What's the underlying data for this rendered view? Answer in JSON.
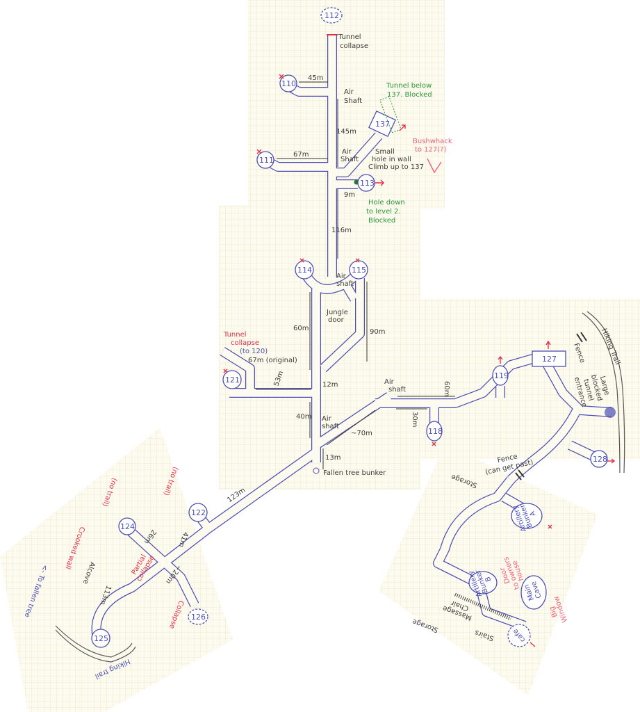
{
  "rooms": {
    "r110": "110",
    "r111": "111",
    "r112": "112",
    "r113": "113",
    "r114": "114",
    "r115": "115",
    "r118": "118",
    "r119": "119",
    "r121": "121",
    "r122": "122",
    "r124": "124",
    "r125": "125",
    "r126": "126",
    "r127": "127",
    "r128": "128",
    "r137": "137"
  },
  "north": {
    "tunnel_collapse_1": "Tunnel",
    "tunnel_collapse_2": "collapse",
    "d45": "45m",
    "air_shaft_1a": "Air",
    "air_shaft_1b": "Shaft",
    "d145": "145m",
    "d67": "67m",
    "air_shaft_2a": "Air",
    "air_shaft_2b": "Shaft",
    "tunnel_below_1": "Tunnel below",
    "tunnel_below_2": "137. Blocked",
    "bushwhack_1": "Bushwhack",
    "bushwhack_2": "to 127(?)",
    "small_hole_1": "Small",
    "small_hole_2": "hole in wall",
    "small_hole_3": "Climb up to 137",
    "d9": "9m",
    "hole_down_1": "Hole down",
    "hole_down_2": "to level 2.",
    "hole_down_3": "Blocked",
    "d116": "116m"
  },
  "middle": {
    "air_shaft_a": "Air",
    "air_shaft_b": "shaft",
    "jungle_door_1": "Jungle",
    "jungle_door_2": "door",
    "d60": "60m",
    "d90": "90m",
    "collapse_120_1": "Tunnel",
    "collapse_120_2": "collapse",
    "collapse_120_3": "(to 120)",
    "d67_original": "67m (original)",
    "d53": "53m",
    "d12": "12m",
    "d40": "40m",
    "air_shaft2_a": "Air",
    "air_shaft2_b": "shaft",
    "d70": "~70m",
    "d13": "13m",
    "fallen_tree_bunker": "Fallen tree bunker"
  },
  "east": {
    "air_shaft_a": "Air",
    "air_shaft_b": "shaft",
    "d60": "60m",
    "d30": "30m",
    "fence": "Fence",
    "hiking_trail": "Hiking Trail",
    "large_blocked_1": "Large",
    "large_blocked_2": "blocked",
    "large_blocked_3": "tunnel",
    "large_blocked_4": "entrance",
    "fence_can_get_past_1": "Fence",
    "fence_can_get_past_2": "(can get past)"
  },
  "southeast": {
    "storage_1": "Storage",
    "artillery_a_1": "Artillery",
    "artillery_a_2": "Bunker",
    "artillery_a_3": "A",
    "artillery_b_1": "Artillery",
    "artillery_b_2": "Bunker",
    "artillery_b_3": "B",
    "door_1": "Door",
    "door_2": "to owners",
    "door_3": "house",
    "main_cave_1": "Main",
    "main_cave_2": "Cave",
    "big_window_1": "Big",
    "big_window_2": "Window",
    "massage_1": "Massage",
    "massage_2": "Chair",
    "storage_2": "Storage",
    "stairs": "Stairs",
    "cafe": "cafe"
  },
  "southwest": {
    "d123": "123m",
    "no_trail_1": "(no trail)",
    "no_trail_2": "(no trail)",
    "d26": "26m",
    "d41": "41m",
    "crooked_wall": "Crooked wall",
    "partial_collapse_1": "Partial",
    "partial_collapse_2": "collapse",
    "alcove": "Alcove",
    "d113": "113m",
    "d20": "~20m",
    "collapse": "Collapse",
    "hiking_trail": "Hiking trail",
    "to_fallen_tree": "<- To fallen tree"
  },
  "colors": {
    "ink_blue": "#4b4fb4",
    "ink_black": "#3b3b3b",
    "ink_red": "#e0304a",
    "ink_green": "#2a9a3a",
    "paper": "#fdfbef",
    "grid": "#ebe5c4"
  }
}
